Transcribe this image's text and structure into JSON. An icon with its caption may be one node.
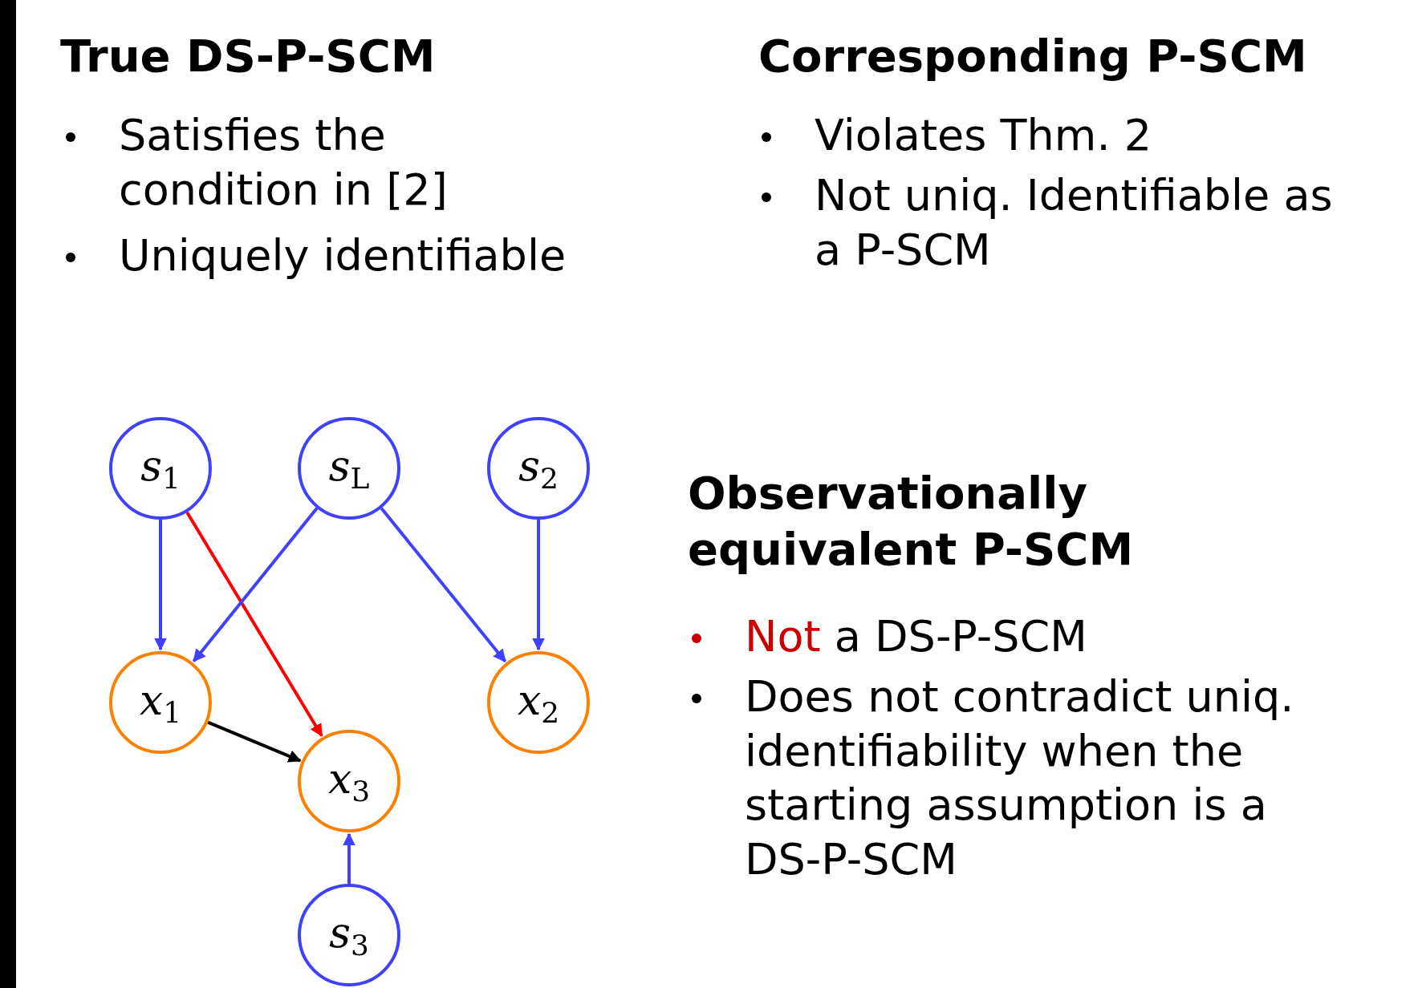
{
  "diagram": {
    "nodes": [
      {
        "text": [
          "*s*$_{1}$"
        ]
      },
      {
        "text": [
          "*s*$_{L}$"
        ]
      },
      {
        "text": [
          "*s*$_{2}$"
        ]
      },
      {
        "text": [
          "*x*$_{1}$"
        ]
      },
      {
        "text": [
          "*x*$_{2}$"
        ]
      },
      {
        "text": [
          "*x*$_{3}$"
        ]
      },
      {
        "text": [
          "*s*$_{3}$"
        ]
      },
      {
        "text": [],
        "shape": "bar"
      }
    ],
    "edges": [
      {
        "from": 0,
        "to": 3,
        "arrow": "to"
      },
      {
        "from": 0,
        "to": 5,
        "arrow": "to",
        "color": "#ff0000"
      },
      {
        "from": 1,
        "to": 3,
        "arrow": "to"
      },
      {
        "from": 1,
        "to": 4,
        "arrow": "to"
      },
      {
        "from": 2,
        "to": 4,
        "arrow": "to"
      },
      {
        "from": 3,
        "to": 5,
        "arrow": "to",
        "color": "#000000"
      },
      {
        "from": 6,
        "to": 5,
        "arrow": "to"
      }
    ],
    "labels": [
      "True DS-P-SCM",
      "Corresponding P-SCM",
      "Satisfies the condition in [2]",
      "Violates Thm. 2",
      "Not uniq. Identifiable as a P-SCM",
      "Uniquely identifiable",
      "Observationally equivalent P-SCM",
      "Not a DS-P-SCM",
      "Does not contradict uniq. identifiability when the starting assumption is a DS-P-SCM"
    ]
  }
}
